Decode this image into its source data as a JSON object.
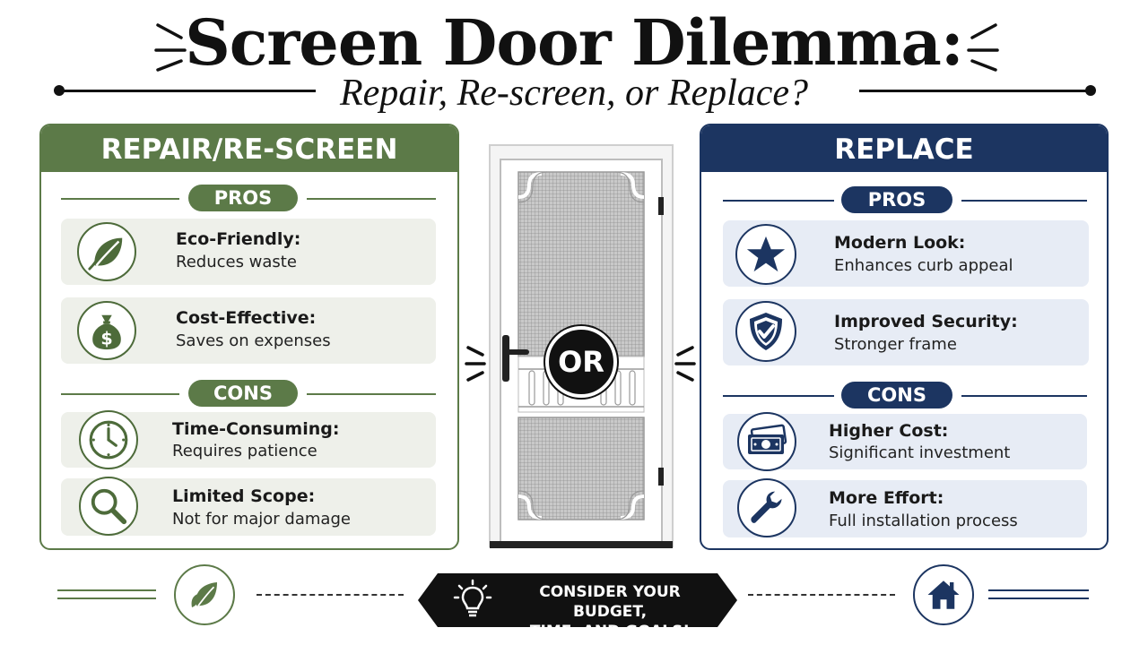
{
  "header": {
    "title": "Screen Door Dilemma:",
    "subtitle": "Repair, Re-screen, or Replace?"
  },
  "left_panel": {
    "title": "REPAIR/RE-SCREEN",
    "accent": "#5c7a48",
    "pros_label": "PROS",
    "cons_label": "CONS",
    "pros": [
      {
        "icon": "leaf-icon",
        "title": "Eco-Friendly:",
        "desc": "Reduces waste"
      },
      {
        "icon": "money-bag-icon",
        "title": "Cost-Effective:",
        "desc": "Saves on expenses"
      }
    ],
    "cons": [
      {
        "icon": "clock-icon",
        "title": "Time-Consuming:",
        "desc": "Requires patience"
      },
      {
        "icon": "magnifier-icon",
        "title": "Limited Scope:",
        "desc": "Not for major damage"
      }
    ]
  },
  "right_panel": {
    "title": "REPLACE",
    "accent": "#1c3561",
    "pros_label": "PROS",
    "cons_label": "CONS",
    "pros": [
      {
        "icon": "star-icon",
        "title": "Modern Look:",
        "desc": "Enhances curb appeal"
      },
      {
        "icon": "shield-check-icon",
        "title": "Improved Security:",
        "desc": "Stronger frame"
      }
    ],
    "cons": [
      {
        "icon": "cash-icon",
        "title": "Higher Cost:",
        "desc": "Significant investment"
      },
      {
        "icon": "wrench-icon",
        "title": "More Effort:",
        "desc": "Full installation process"
      }
    ]
  },
  "center": {
    "or_label": "OR"
  },
  "footer": {
    "banner_line1": "CONSIDER YOUR BUDGET,",
    "banner_line2": "TIME, AND GOALS!",
    "left_icon": "leaf-icon",
    "center_icon": "lightbulb-icon",
    "right_icon": "house-icon"
  }
}
